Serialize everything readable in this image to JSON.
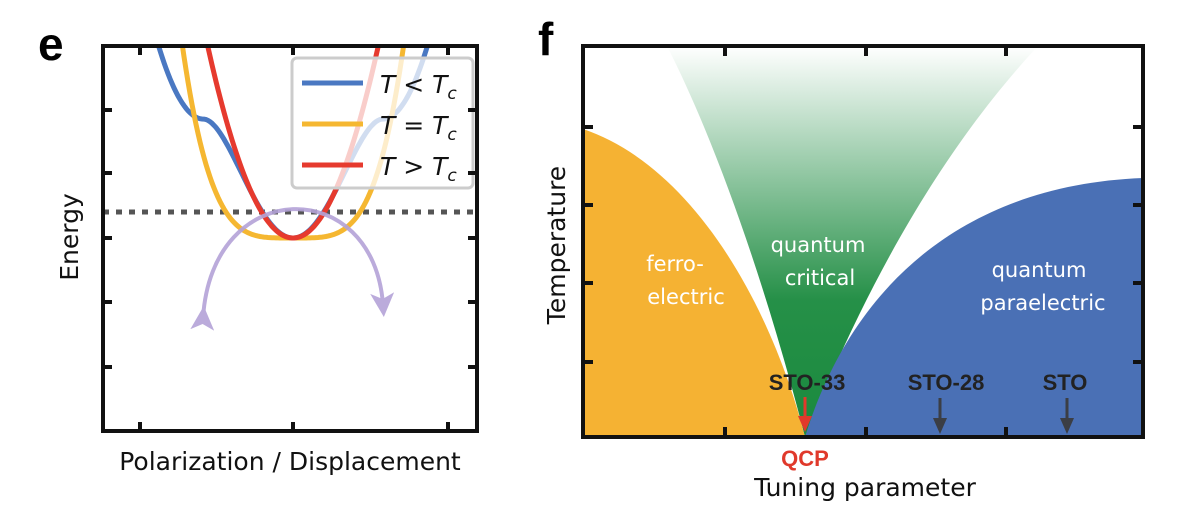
{
  "panel_e": {
    "letter": "e",
    "ylabel": "Energy",
    "xlabel": "Polarization / Displacement",
    "legend": [
      {
        "label": "T < T",
        "sub": "c",
        "color": "#4a78c2"
      },
      {
        "label": "T = T",
        "sub": "c",
        "color": "#f5b731"
      },
      {
        "label": "T > T",
        "sub": "c",
        "color": "#e63a2e"
      }
    ],
    "arrow_color": "#b4a3d8"
  },
  "panel_f": {
    "letter": "f",
    "ylabel": "Temperature",
    "xlabel": "Tuning parameter",
    "qcp_label": "QCP",
    "regions": {
      "ferro_1": "ferro-",
      "ferro_2": "electric",
      "qc_1": "quantum",
      "qc_2": "critical",
      "qp_1": "quantum",
      "qp_2": "paraelectric"
    },
    "samples": [
      "STO-33",
      "STO-28",
      "STO"
    ],
    "colors": {
      "ferro": "#f5b233",
      "critical": "#1a8a3e",
      "para": "#4a70b5",
      "qcp": "#e0392b"
    }
  }
}
